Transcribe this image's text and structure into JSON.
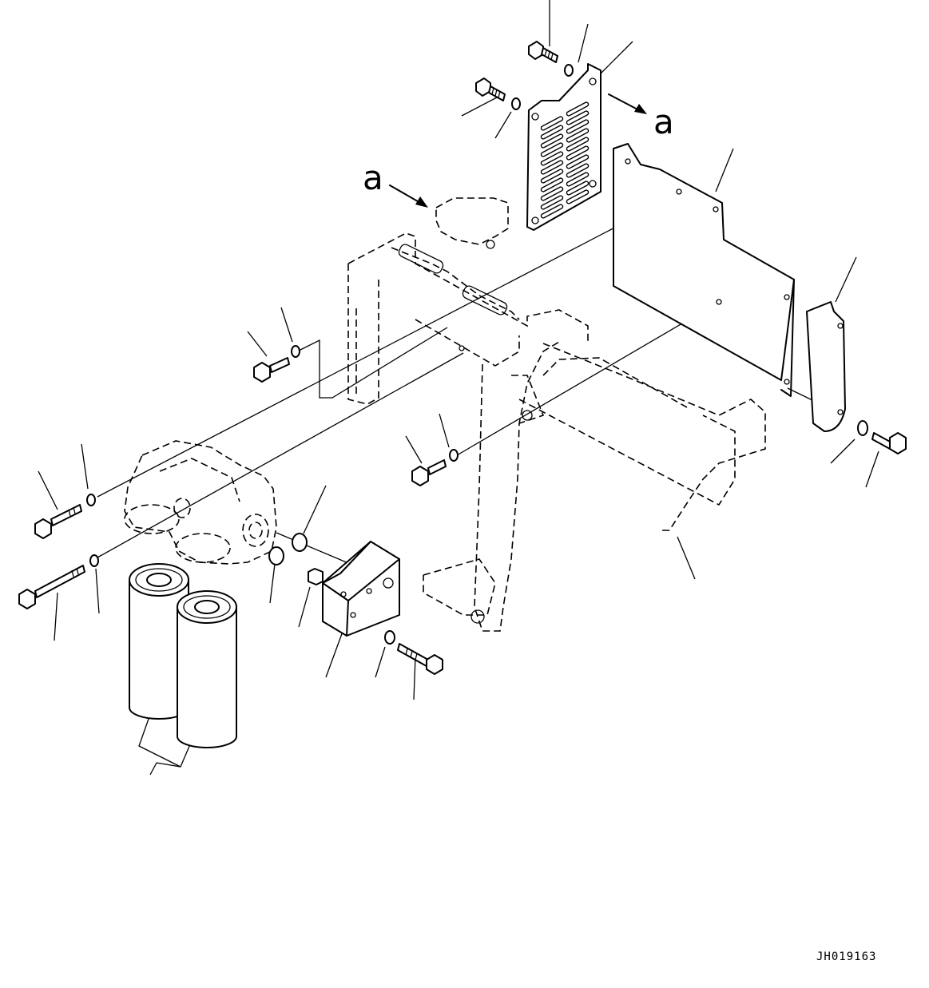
{
  "diagram": {
    "drawing_id": "JH019163",
    "view_marker_left": "a",
    "view_marker_right": "a"
  }
}
